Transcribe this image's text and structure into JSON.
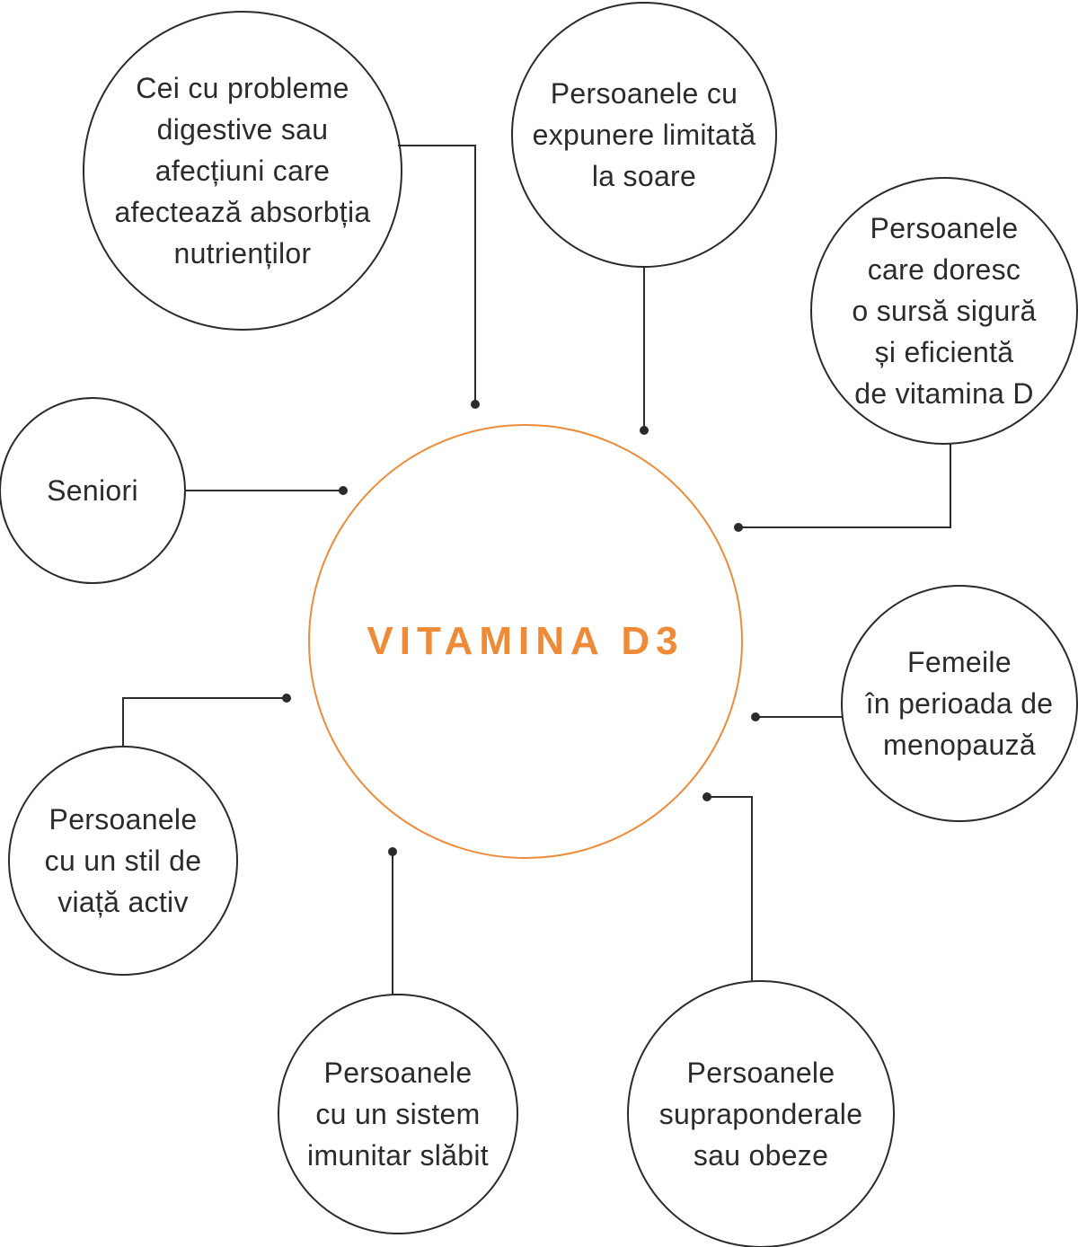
{
  "colors": {
    "accent": "#ed8b38",
    "ink": "#2b2b2b",
    "background": "#ffffff"
  },
  "center": {
    "label": "VITAMINA D3"
  },
  "nodes": [
    {
      "id": "digestive",
      "label": "Cei cu probleme\ndigestive sau\nafecțiuni care\nafectează absorbția\nnutrienților"
    },
    {
      "id": "limited-sun",
      "label": "Persoanele cu\nexpunere limitată\nla soare"
    },
    {
      "id": "safe-source",
      "label": "Persoanele\ncare doresc\no sursă sigură\nși eficientă\nde vitamina D"
    },
    {
      "id": "seniors",
      "label": "Seniori"
    },
    {
      "id": "menopause",
      "label": "Femeile\nîn perioada de\nmenopauză"
    },
    {
      "id": "active-lifestyle",
      "label": "Persoanele\ncu un stil de\nviață activ"
    },
    {
      "id": "weak-immune",
      "label": "Persoanele\ncu un sistem\nimunitar slăbit"
    },
    {
      "id": "overweight",
      "label": "Persoanele\nsupraponderale\nsau obeze"
    }
  ]
}
